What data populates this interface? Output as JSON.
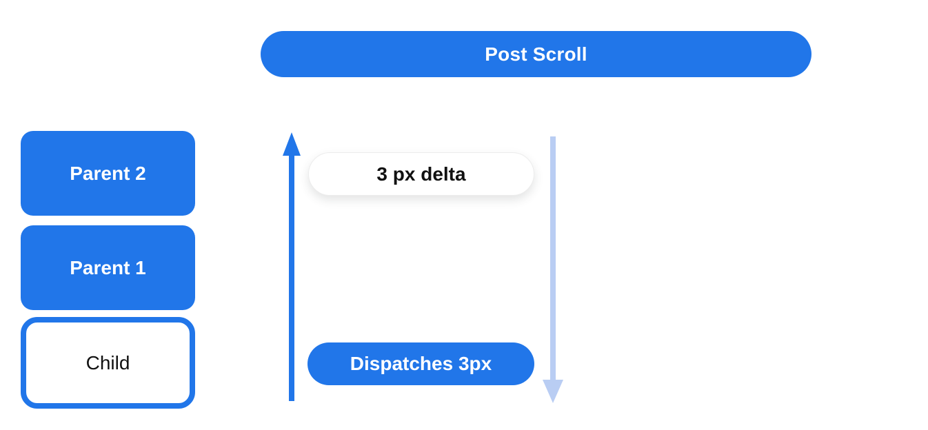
{
  "post_scroll": {
    "label": "Post Scroll"
  },
  "boxes": [
    {
      "id": "parent-2",
      "label": "Parent 2"
    },
    {
      "id": "parent-1",
      "label": "Parent 1"
    },
    {
      "id": "child",
      "label": "Child"
    }
  ],
  "flow": {
    "delta_label": "3 px delta",
    "dispatch_label": "Dispatches 3px"
  },
  "arrows": [
    {
      "name": "upward-propagation-arrow",
      "direction": "up",
      "color_key": "primary_blue"
    },
    {
      "name": "downward-dispatch-arrow",
      "direction": "down",
      "color_key": "arrow_light_blue"
    }
  ],
  "colors": {
    "primary_blue": "#2176e9",
    "arrow_light_blue": "#b9cdf3",
    "text_dark": "#111111",
    "bg": "#ffffff"
  }
}
